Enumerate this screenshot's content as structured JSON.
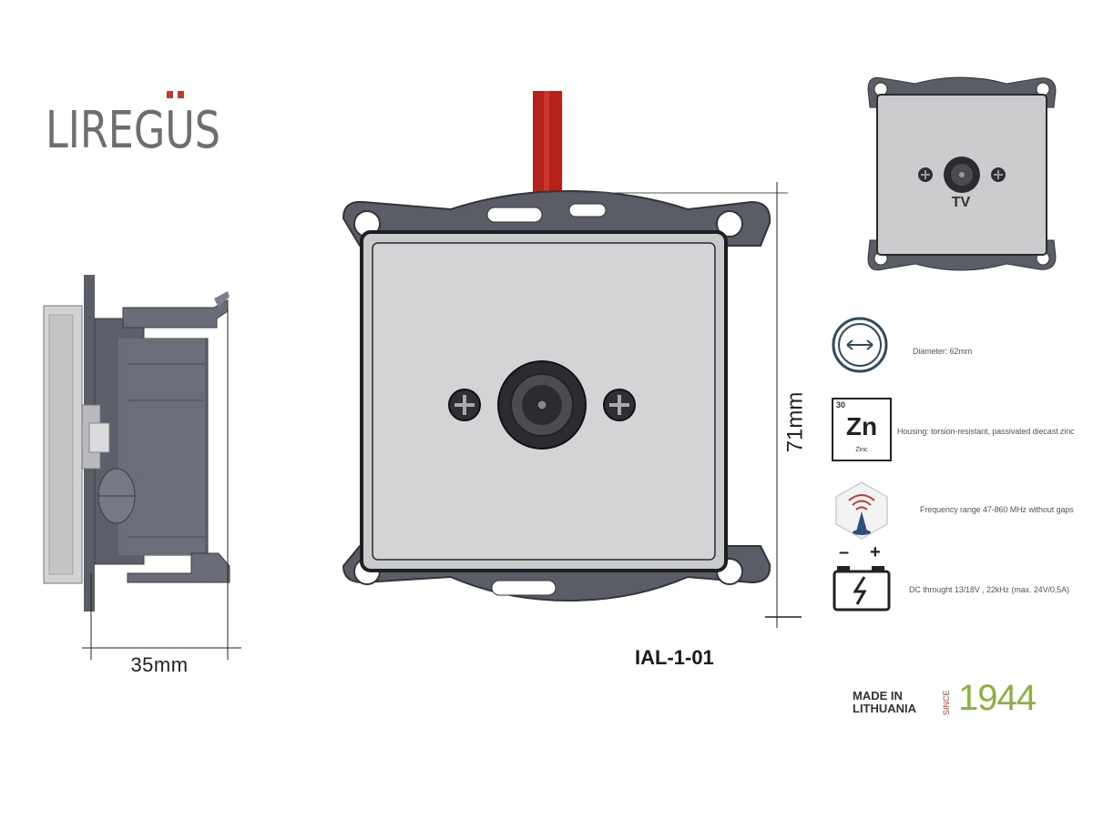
{
  "brand": {
    "logo_text": "LIREGUS",
    "accent_color": "#c0392b",
    "logo_color": "#6d6e70"
  },
  "dimensions": {
    "depth": "35mm",
    "height": "71mm"
  },
  "product": {
    "model_code": "IAL-1-01",
    "socket_label": "TV"
  },
  "features": [
    {
      "icon": "diameter-arrow-icon",
      "text": "Diameter: 62mm"
    },
    {
      "icon": "zinc-element-icon",
      "text": "Housing: torsion-resistant, passivated diecast zinc",
      "element": {
        "number": "30",
        "symbol": "Zn",
        "name": "Zinc"
      }
    },
    {
      "icon": "antenna-signal-icon",
      "text": "Frequency range 47-860 MHz without gaps"
    },
    {
      "icon": "battery-dc-icon",
      "text": "DC throught 13/18V , 22kHz (max. 24V/0,5A)",
      "minus": "–",
      "plus": "+"
    }
  ],
  "origin": {
    "line1": "MADE IN",
    "line2": "LITHUANIA",
    "since": "SINCE",
    "year": "1944",
    "year_color": "#8db043"
  },
  "colors": {
    "frame": "#5a5d66",
    "plate": "#c9cacc",
    "cable": "#b5201a"
  }
}
